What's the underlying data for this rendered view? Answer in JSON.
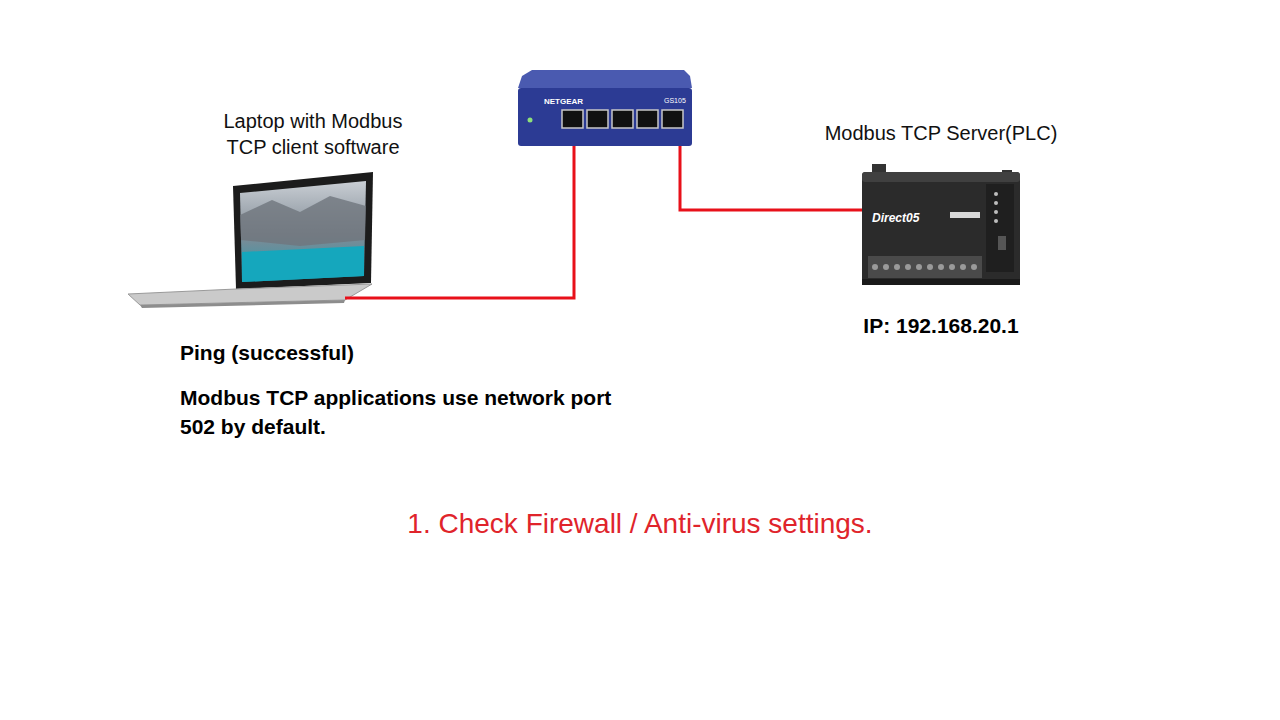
{
  "diagram": {
    "nodes": [
      {
        "text": [
          "Laptop with Modbus TCP client software"
        ]
      },
      {
        "text": [
          "NETGEAR",
          "GS105"
        ]
      },
      {
        "text": [
          "Modbus TCP Server(PLC)",
          "Direct05",
          "IP: 192.168.20.1"
        ]
      }
    ],
    "edges": [
      {
        "from": 0,
        "to": 1,
        "arrow": "none"
      },
      {
        "from": 1,
        "to": 2,
        "arrow": "none"
      }
    ],
    "labels": [
      "Ping (successful)",
      "Modbus TCP applications use network port 502 by default.",
      "1. Check Firewall / Anti-virus settings."
    ]
  }
}
